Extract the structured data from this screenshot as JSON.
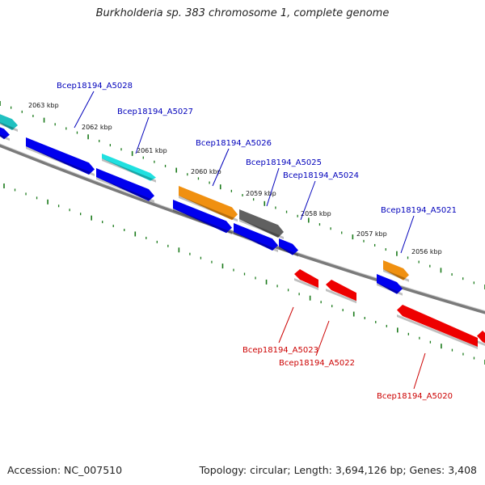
{
  "title": "Burkholderia sp. 383 chromosome 1, complete genome",
  "footer": {
    "accession": "Accession: NC_007510",
    "stats": "Topology: circular; Length: 3,694,126 bp; Genes: 3,408"
  },
  "kbp_labels": [
    "2063 kbp",
    "2062 kbp",
    "2061 kbp",
    "2060 kbp",
    "2059 kbp",
    "2058 kbp",
    "2057 kbp",
    "2056 kbp"
  ],
  "gene_labels": [
    {
      "text": "Bcep18194_A5028",
      "color": "#0000bb"
    },
    {
      "text": "Bcep18194_A5027",
      "color": "#0000bb"
    },
    {
      "text": "Bcep18194_A5026",
      "color": "#0000bb"
    },
    {
      "text": "Bcep18194_A5025",
      "color": "#0000bb"
    },
    {
      "text": "Bcep18194_A5024",
      "color": "#0000bb"
    },
    {
      "text": "Bcep18194_A5021",
      "color": "#0000bb"
    },
    {
      "text": "Bcep18194_A5023",
      "color": "#cc0000"
    },
    {
      "text": "Bcep18194_A5022",
      "color": "#cc0000"
    },
    {
      "text": "Bcep18194_A5020",
      "color": "#cc0000"
    }
  ],
  "colors": {
    "backbone": "#7a7a7a",
    "tick": "#1a7a1a",
    "forward": "#0000ee",
    "reverse": "#ee0000",
    "orange": "#f09010",
    "cyan": "#20e0e0",
    "teal": "#20c0c0",
    "gray": "#606060"
  }
}
